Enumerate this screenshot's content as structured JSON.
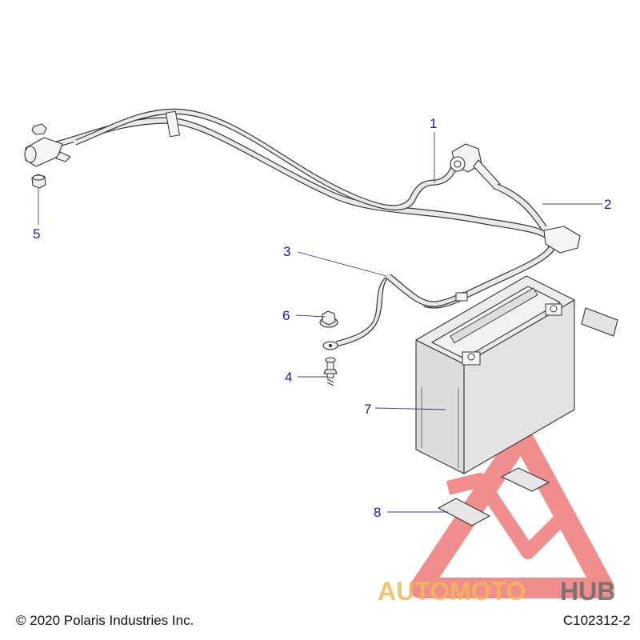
{
  "callouts": [
    {
      "id": "1",
      "label": "1"
    },
    {
      "id": "2",
      "label": "2"
    },
    {
      "id": "3",
      "label": "3"
    },
    {
      "id": "4",
      "label": "4"
    },
    {
      "id": "5",
      "label": "5"
    },
    {
      "id": "6",
      "label": "6"
    },
    {
      "id": "7",
      "label": "7"
    },
    {
      "id": "8",
      "label": "8"
    }
  ],
  "footer": {
    "copyright": "© 2020 Polaris Industries Inc.",
    "figure_code": "C102312-2"
  },
  "watermark": {
    "text_part1": "AUTOMOTO",
    "text_part2": "HUB",
    "color_primary": "#e8504f",
    "color_accent": "#f0b85a",
    "color_secondary": "#6b6b6b"
  },
  "colors": {
    "callout_text": "#1a1aa6",
    "battery_fill": "#e3e3e3",
    "line": "#333333"
  }
}
